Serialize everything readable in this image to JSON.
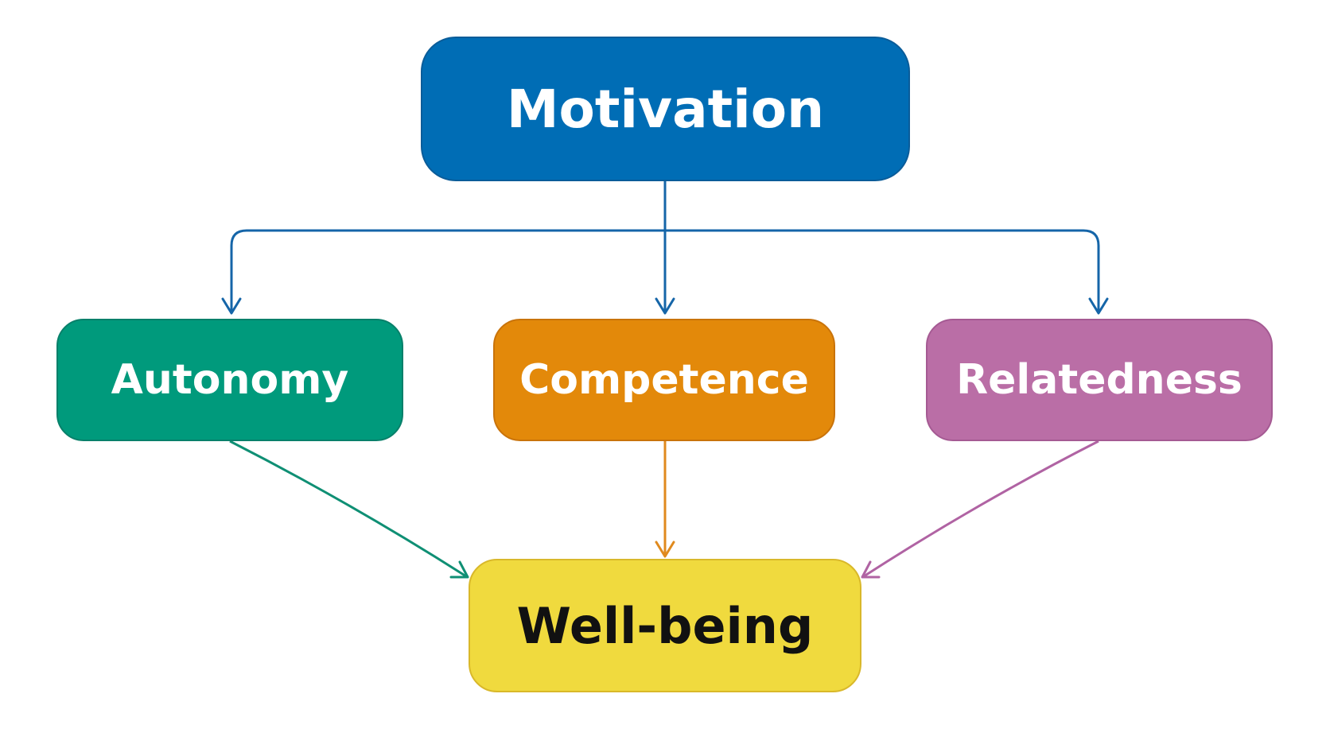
{
  "diagram": {
    "nodes": {
      "motivation": {
        "label": "Motivation",
        "fill": "#006DB5",
        "border": "#0A5C99",
        "text_color": "#FFFFFF"
      },
      "autonomy": {
        "label": "Autonomy",
        "fill": "#009A7C",
        "border": "#08806A",
        "text_color": "#FFFFFF"
      },
      "competence": {
        "label": "Competence",
        "fill": "#E3890A",
        "border": "#C9730A",
        "text_color": "#FFFFFF"
      },
      "relatedness": {
        "label": "Relatedness",
        "fill": "#BA6EA6",
        "border": "#A55A93",
        "text_color": "#FFFFFF"
      },
      "wellbeing": {
        "label": "Well-being",
        "fill": "#F0DA3E",
        "border": "#D9B82A",
        "text_color": "#111111"
      }
    },
    "edges": [
      {
        "from": "motivation",
        "to": "autonomy",
        "color": "#1565A8"
      },
      {
        "from": "motivation",
        "to": "competence",
        "color": "#1565A8"
      },
      {
        "from": "motivation",
        "to": "relatedness",
        "color": "#1565A8"
      },
      {
        "from": "autonomy",
        "to": "wellbeing",
        "color": "#0F8F74"
      },
      {
        "from": "competence",
        "to": "wellbeing",
        "color": "#E08A1E"
      },
      {
        "from": "relatedness",
        "to": "wellbeing",
        "color": "#B063A3"
      }
    ]
  }
}
